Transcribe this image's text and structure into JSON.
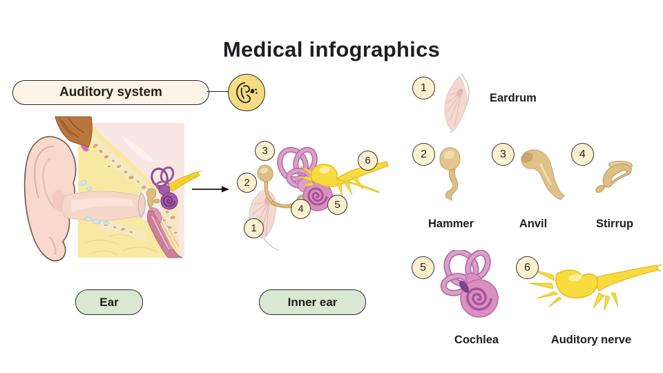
{
  "title": "Medical infographics",
  "system_label": "Auditory system",
  "captions": {
    "ear": "Ear",
    "inner_ear": "Inner ear"
  },
  "parts": [
    {
      "num": "1",
      "label": "Eardrum"
    },
    {
      "num": "2",
      "label": "Hammer"
    },
    {
      "num": "3",
      "label": "Anvil"
    },
    {
      "num": "4",
      "label": "Stirrup"
    },
    {
      "num": "5",
      "label": "Cochlea"
    },
    {
      "num": "6",
      "label": "Auditory nerve"
    }
  ],
  "colors": {
    "outline": "#2b2823",
    "label_fill": "#FDF3E6",
    "icon_fill": "#F5DC83",
    "badge_fill": "#FBF0CF",
    "caption_fill": "#D9E8D2",
    "bone_tan": "#DDBE84",
    "cochlea_pink": "#D98FC0",
    "nerve_yellow": "#F8DB3E",
    "membrane_pink": "#F3D8D2"
  }
}
